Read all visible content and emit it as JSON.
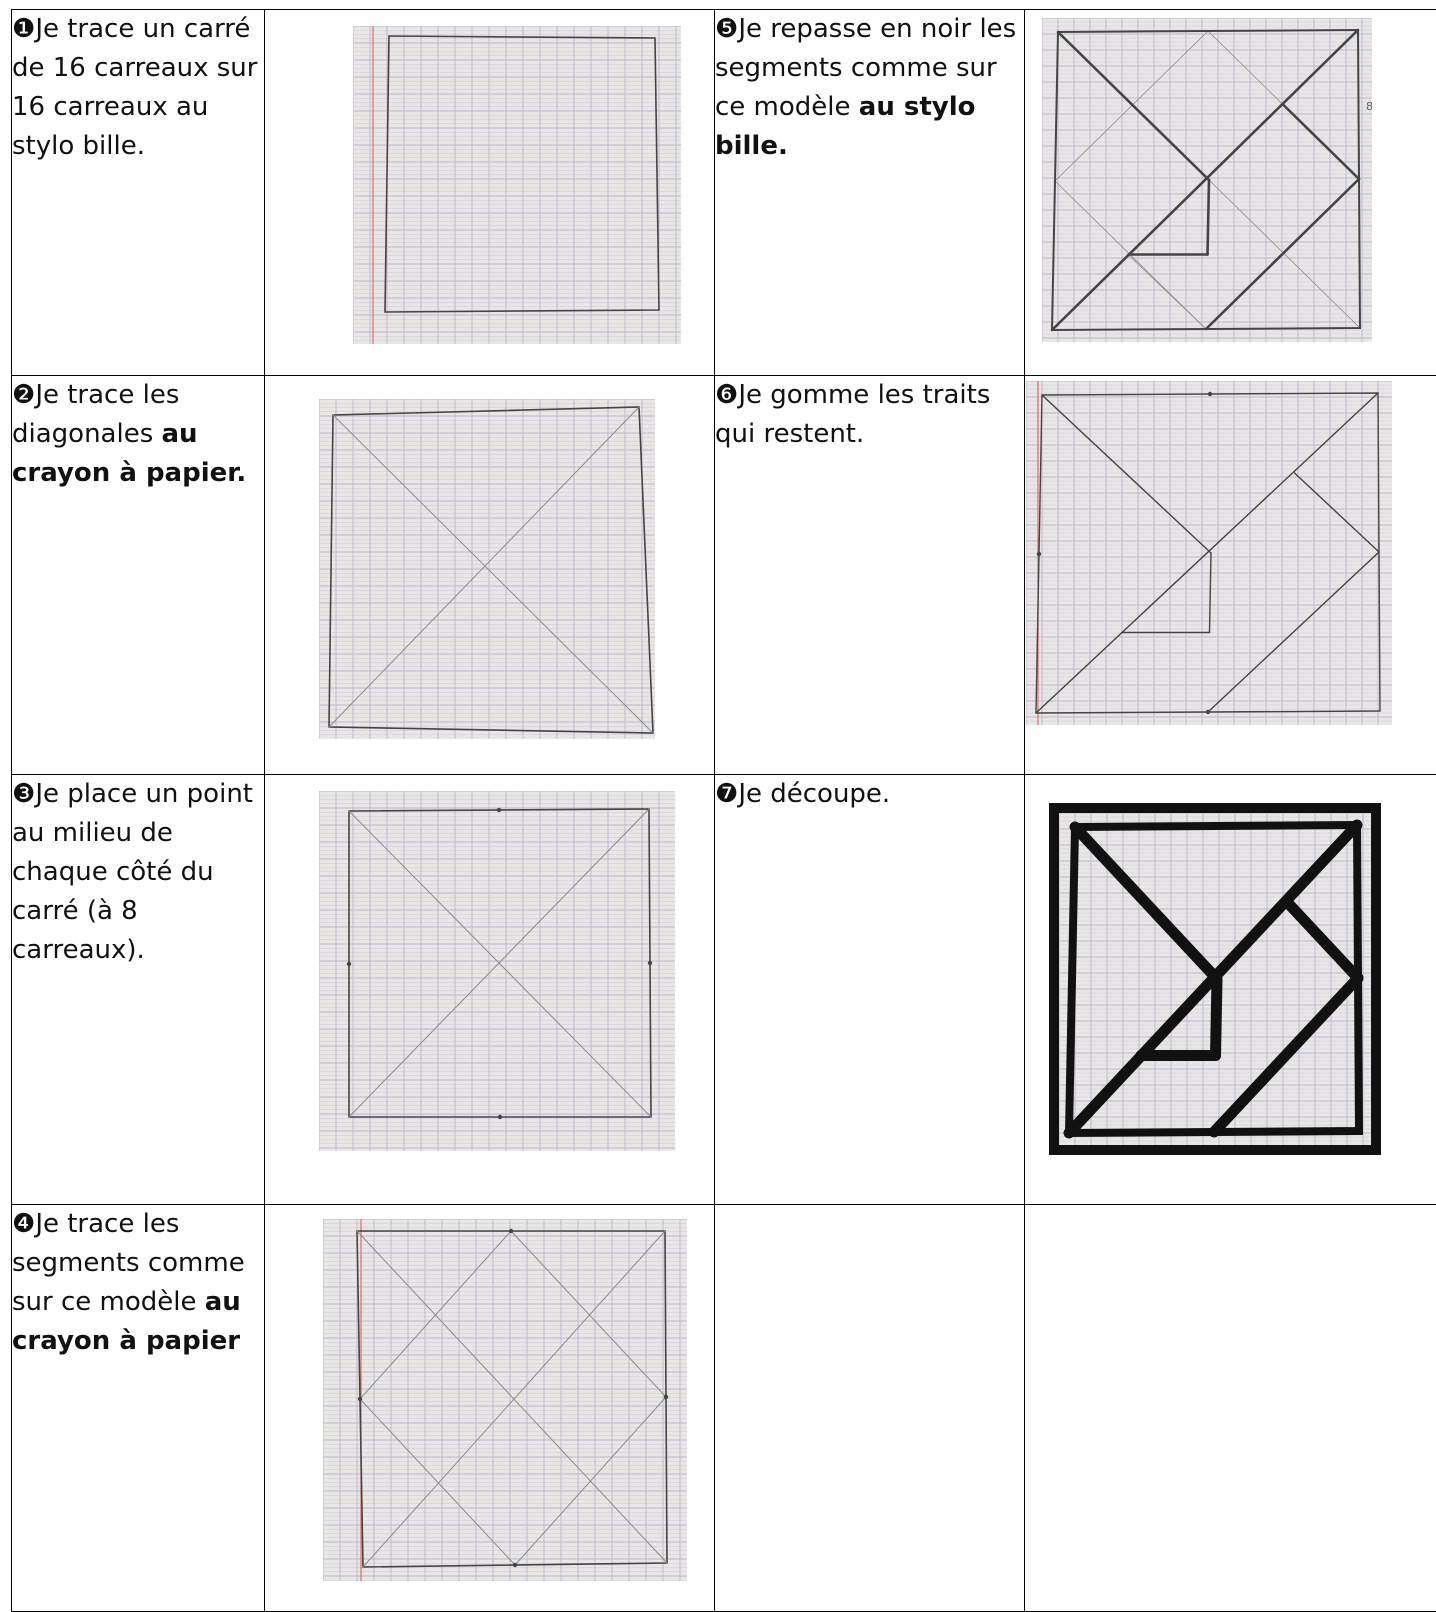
{
  "steps": [
    {
      "num": "❶",
      "text": "Je trace un carré de 16 carreaux sur 16 carreaux au stylo bille.",
      "bold": ""
    },
    {
      "num": "❷",
      "text": "Je trace les diagonales ",
      "bold": "au crayon à papier."
    },
    {
      "num": "❸",
      "text": "Je place un point au milieu de chaque côté du carré (à 8 carreaux).",
      "bold": ""
    },
    {
      "num": "❹",
      "text": "Je trace les segments comme sur ce modèle ",
      "bold": "au crayon à papier"
    },
    {
      "num": "❺",
      "text": "Je repasse en noir les segments comme sur ce modèle ",
      "bold": "au stylo bille."
    },
    {
      "num": "❻",
      "text": "Je gomme les traits qui restent.",
      "bold": ""
    },
    {
      "num": "❼",
      "text": "Je découpe.",
      "bold": ""
    }
  ],
  "photo5_label": "8",
  "colors": {
    "paper": "#e9e7e6",
    "grid": "#b9b6cf",
    "hline": "#cfcbd6",
    "margin_red": "#e06a6a",
    "pencil": "#8b8b8b",
    "pen": "#444444",
    "ink": "#111111"
  }
}
